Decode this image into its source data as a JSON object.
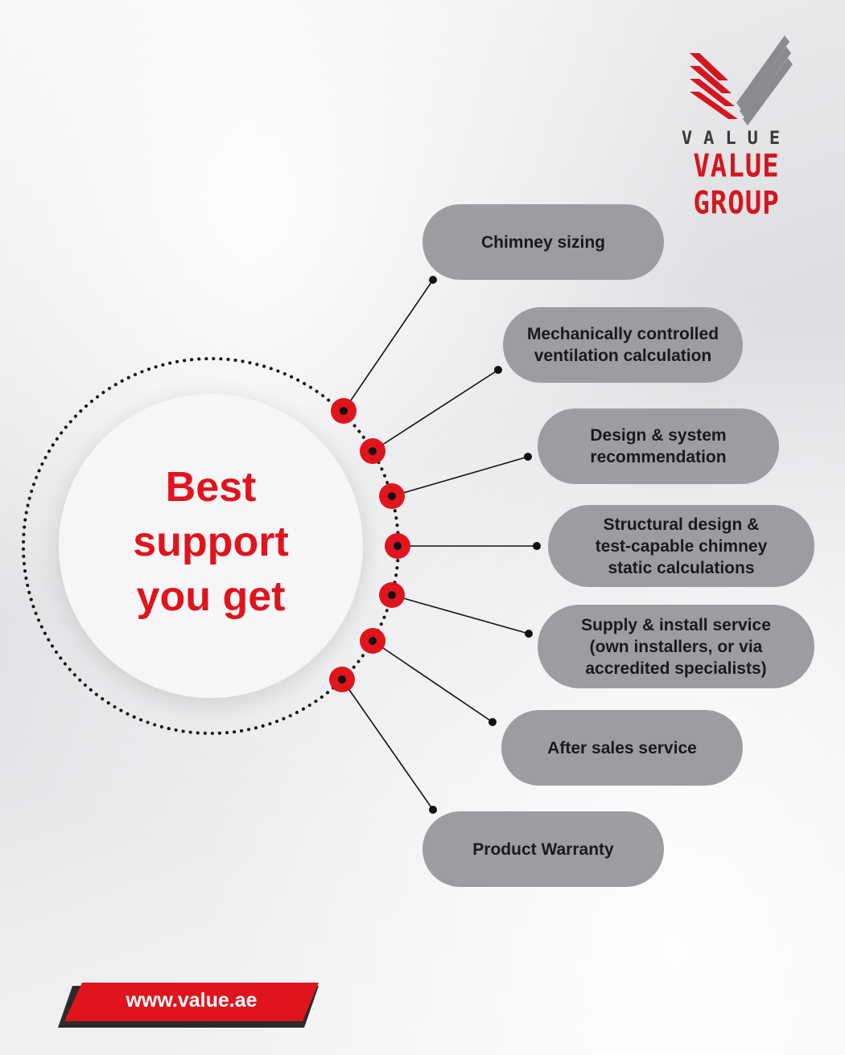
{
  "brand": {
    "small_text": "VALUE",
    "name": "VALUE GROUP"
  },
  "headline": {
    "line1": "Best",
    "line2": "support",
    "line3": "you get"
  },
  "services": [
    {
      "lines": [
        "Chimney sizing"
      ]
    },
    {
      "lines": [
        "Mechanically controlled",
        "ventilation calculation"
      ]
    },
    {
      "lines": [
        "Design & system",
        "recommendation"
      ]
    },
    {
      "lines": [
        "Structural design &",
        "test-capable chimney",
        "static calculations"
      ]
    },
    {
      "lines": [
        "Supply & install service",
        "(own installers, or via",
        "accredited specialists)"
      ]
    },
    {
      "lines": [
        "After sales service"
      ]
    },
    {
      "lines": [
        "Product Warranty"
      ]
    }
  ],
  "footer": {
    "url": "www.value.ae"
  },
  "colors": {
    "accent_red": "#e0141d",
    "pill_gray": "#9c9da0",
    "logo_gray": "#8a8b8e"
  }
}
